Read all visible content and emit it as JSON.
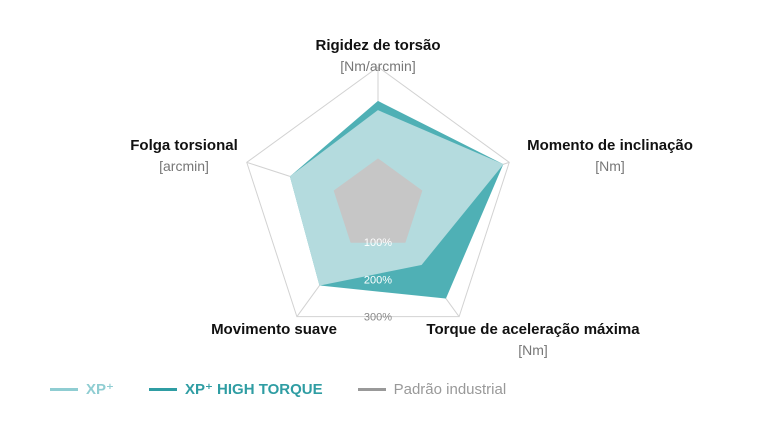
{
  "chart_data": {
    "type": "radar",
    "axes": [
      {
        "name": "Rigidez de torsão",
        "unit": "[Nm/arcmin]"
      },
      {
        "name": "Momento de inclinação",
        "unit": "[Nm]"
      },
      {
        "name": "Torque de aceleração máxima",
        "unit": "[Nm]"
      },
      {
        "name": "Movimento suave",
        "unit": ""
      },
      {
        "name": "Folga torsional",
        "unit": "[arcmin]"
      }
    ],
    "rings": [
      100,
      200,
      300
    ],
    "ring_labels": [
      "100%",
      "200%",
      "300%"
    ],
    "max": 300,
    "series": [
      {
        "name": "Padrão industrial",
        "values": [
          100,
          100,
          100,
          100,
          100
        ],
        "color": "#c6c6c6"
      },
      {
        "name": "XP+ HIGH TORQUE",
        "values": [
          225,
          285,
          250,
          215,
          200
        ],
        "color": "#4fb0b5"
      },
      {
        "name": "XP+",
        "values": [
          205,
          285,
          160,
          215,
          200
        ],
        "color": "#b4dbde"
      }
    ]
  },
  "legend": [
    {
      "label": "XP⁺",
      "color": "#8fcdd2",
      "bold": true
    },
    {
      "label": "XP⁺ HIGH TORQUE",
      "color": "#2f9da3",
      "bold": true
    },
    {
      "label": "Padrão industrial",
      "color": "#999999",
      "bold": false
    }
  ]
}
